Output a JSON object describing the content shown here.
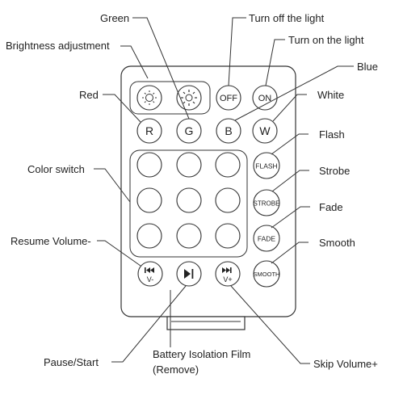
{
  "labels": {
    "green": "Green",
    "turn_off": "Turn off the light",
    "brightness": "Brightness adjustment",
    "turn_on": "Turn on the light",
    "blue": "Blue",
    "red": "Red",
    "white": "White",
    "flash": "Flash",
    "color_switch": "Color switch",
    "strobe": "Strobe",
    "fade": "Fade",
    "resume_volume": "Resume Volume-",
    "smooth": "Smooth",
    "pause_start": "Pause/Start",
    "battery_line1": "Battery Isolation Film",
    "battery_line2": "(Remove)",
    "skip_volume": "Skip Volume+"
  },
  "buttons": {
    "off": "OFF",
    "on": "ON",
    "r": "R",
    "g": "G",
    "b": "B",
    "w": "W",
    "flash": "FLASH",
    "strobe": "STROBE",
    "fade": "FADE",
    "smooth": "SMOOTH",
    "prev_sub": "V-",
    "next_sub": "V+"
  },
  "icons": {
    "brightness_down": "sun-dim-icon",
    "brightness_up": "sun-bright-icon",
    "prev": "rewind-icon",
    "play_pause": "play-pause-icon",
    "next": "fast-forward-icon"
  }
}
